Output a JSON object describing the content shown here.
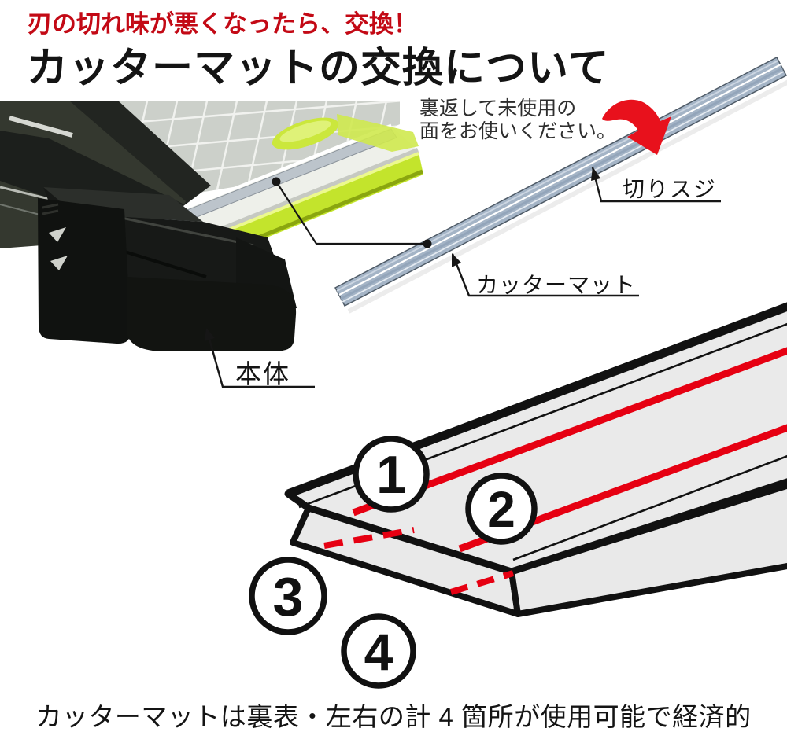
{
  "header": {
    "tagline": "刃の切れ味が悪くなったら、交換！",
    "title": "カッターマットの交換について"
  },
  "flip_note": {
    "line1": "裏返して未使用の",
    "line2": "面をお使いください。"
  },
  "callouts": {
    "cut_line": "切りスジ",
    "cutter_mat": "カッターマット",
    "main_unit": "本体"
  },
  "usage_diagram": {
    "positions": [
      "1",
      "2",
      "3",
      "4"
    ],
    "line_color": "#e60012"
  },
  "footer": {
    "caption": "カッターマットは裏表・左右の計 4 箇所が使用可能で経済的"
  },
  "icons": {
    "flip_arrow": "red-curved-flip-arrow"
  },
  "colors": {
    "headline_red": "#c30915",
    "diagram_red": "#e60012",
    "arrow_red": "#e8111c",
    "mat_blue_gray": "#a4b4c6",
    "fluorescent_green": "#c8e62e",
    "bar_fill": "#e9e9e9"
  }
}
